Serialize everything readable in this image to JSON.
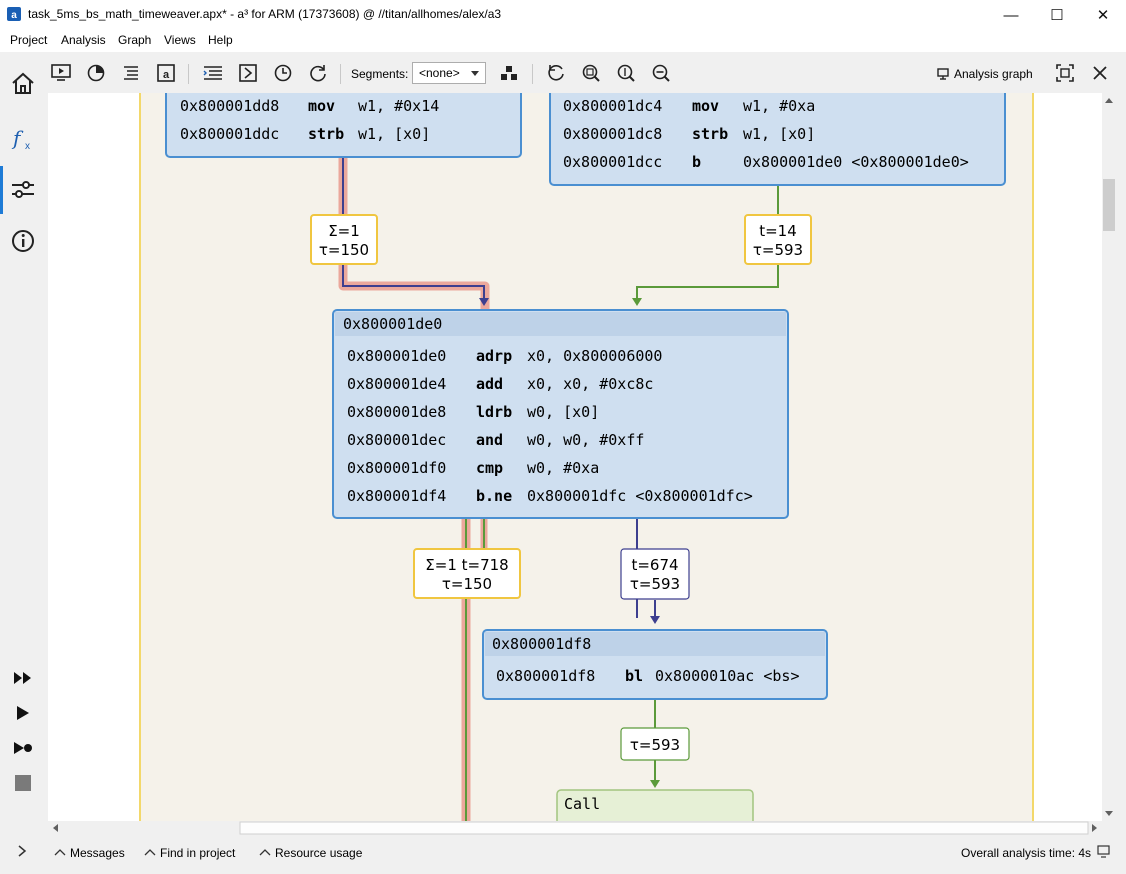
{
  "window": {
    "title": "task_5ms_bs_math_timeweaver.apx* - a³ for ARM (17373608) @ //titan/allhomes/alex/a3",
    "minimize": "—",
    "maximize": "☐",
    "close": "✕"
  },
  "menu": [
    "Project",
    "Analysis",
    "Graph",
    "Views",
    "Help"
  ],
  "toolbar": {
    "segments_label": "Segments:",
    "segments_value": "<none>",
    "analysis_graph_label": "Analysis graph"
  },
  "colors": {
    "block_fill": "#cfdff0",
    "block_header": "#bed2e8",
    "block_border": "#4a8fd1",
    "call_fill": "#e6f0d6",
    "call_border": "#a2c47f",
    "edge_green": "#5b9a3a",
    "edge_purple": "#3d3f8f",
    "label_yellow": "#f0c640",
    "highlight": "#eba89c",
    "routine_bg": "#f5f2ea",
    "routine_border": "#f3d86a"
  },
  "graph": {
    "blocks": [
      {
        "id": "block-left-top",
        "rows": [
          {
            "addr": "0x800001dd8",
            "mnem": "mov",
            "ops": "w1, #0x14"
          },
          {
            "addr": "0x800001ddc",
            "mnem": "strb",
            "ops": "w1, [x0]"
          }
        ]
      },
      {
        "id": "block-right-top",
        "rows": [
          {
            "addr": "0x800001dc4",
            "mnem": "mov",
            "ops": "w1, #0xa"
          },
          {
            "addr": "0x800001dc8",
            "mnem": "strb",
            "ops": "w1, [x0]"
          },
          {
            "addr": "0x800001dcc",
            "mnem": "b",
            "ops": "0x800001de0 <0x800001de0>"
          }
        ]
      },
      {
        "id": "block-de0",
        "header": "0x800001de0",
        "rows": [
          {
            "addr": "0x800001de0",
            "mnem": "adrp",
            "ops": "x0, 0x800006000"
          },
          {
            "addr": "0x800001de4",
            "mnem": "add",
            "ops": "x0, x0, #0xc8c"
          },
          {
            "addr": "0x800001de8",
            "mnem": "ldrb",
            "ops": "w0, [x0]"
          },
          {
            "addr": "0x800001dec",
            "mnem": "and",
            "ops": "w0, w0, #0xff"
          },
          {
            "addr": "0x800001df0",
            "mnem": "cmp",
            "ops": "w0, #0xa"
          },
          {
            "addr": "0x800001df4",
            "mnem": "b.ne",
            "ops": "0x800001dfc <0x800001dfc>"
          }
        ]
      },
      {
        "id": "block-df8",
        "header": "0x800001df8",
        "rows": [
          {
            "addr": "0x800001df8",
            "mnem": "bl",
            "ops": "0x8000010ac <bs>"
          }
        ]
      }
    ],
    "call_node": "Call",
    "edge_labels": [
      {
        "id": "label-left-in",
        "lines": [
          "Σ=1",
          "τ=150"
        ]
      },
      {
        "id": "label-right-in",
        "lines": [
          "t=14",
          "τ=593"
        ]
      },
      {
        "id": "label-down-left",
        "lines": [
          "Σ=1  t=718",
          "τ=150"
        ]
      },
      {
        "id": "label-down-right",
        "lines": [
          "t=674",
          "τ=593"
        ]
      },
      {
        "id": "label-call",
        "lines": [
          "τ=593"
        ]
      }
    ]
  },
  "status": {
    "messages": "Messages",
    "find": "Find in project",
    "resource": "Resource usage",
    "time": "Overall analysis time: 4s"
  }
}
